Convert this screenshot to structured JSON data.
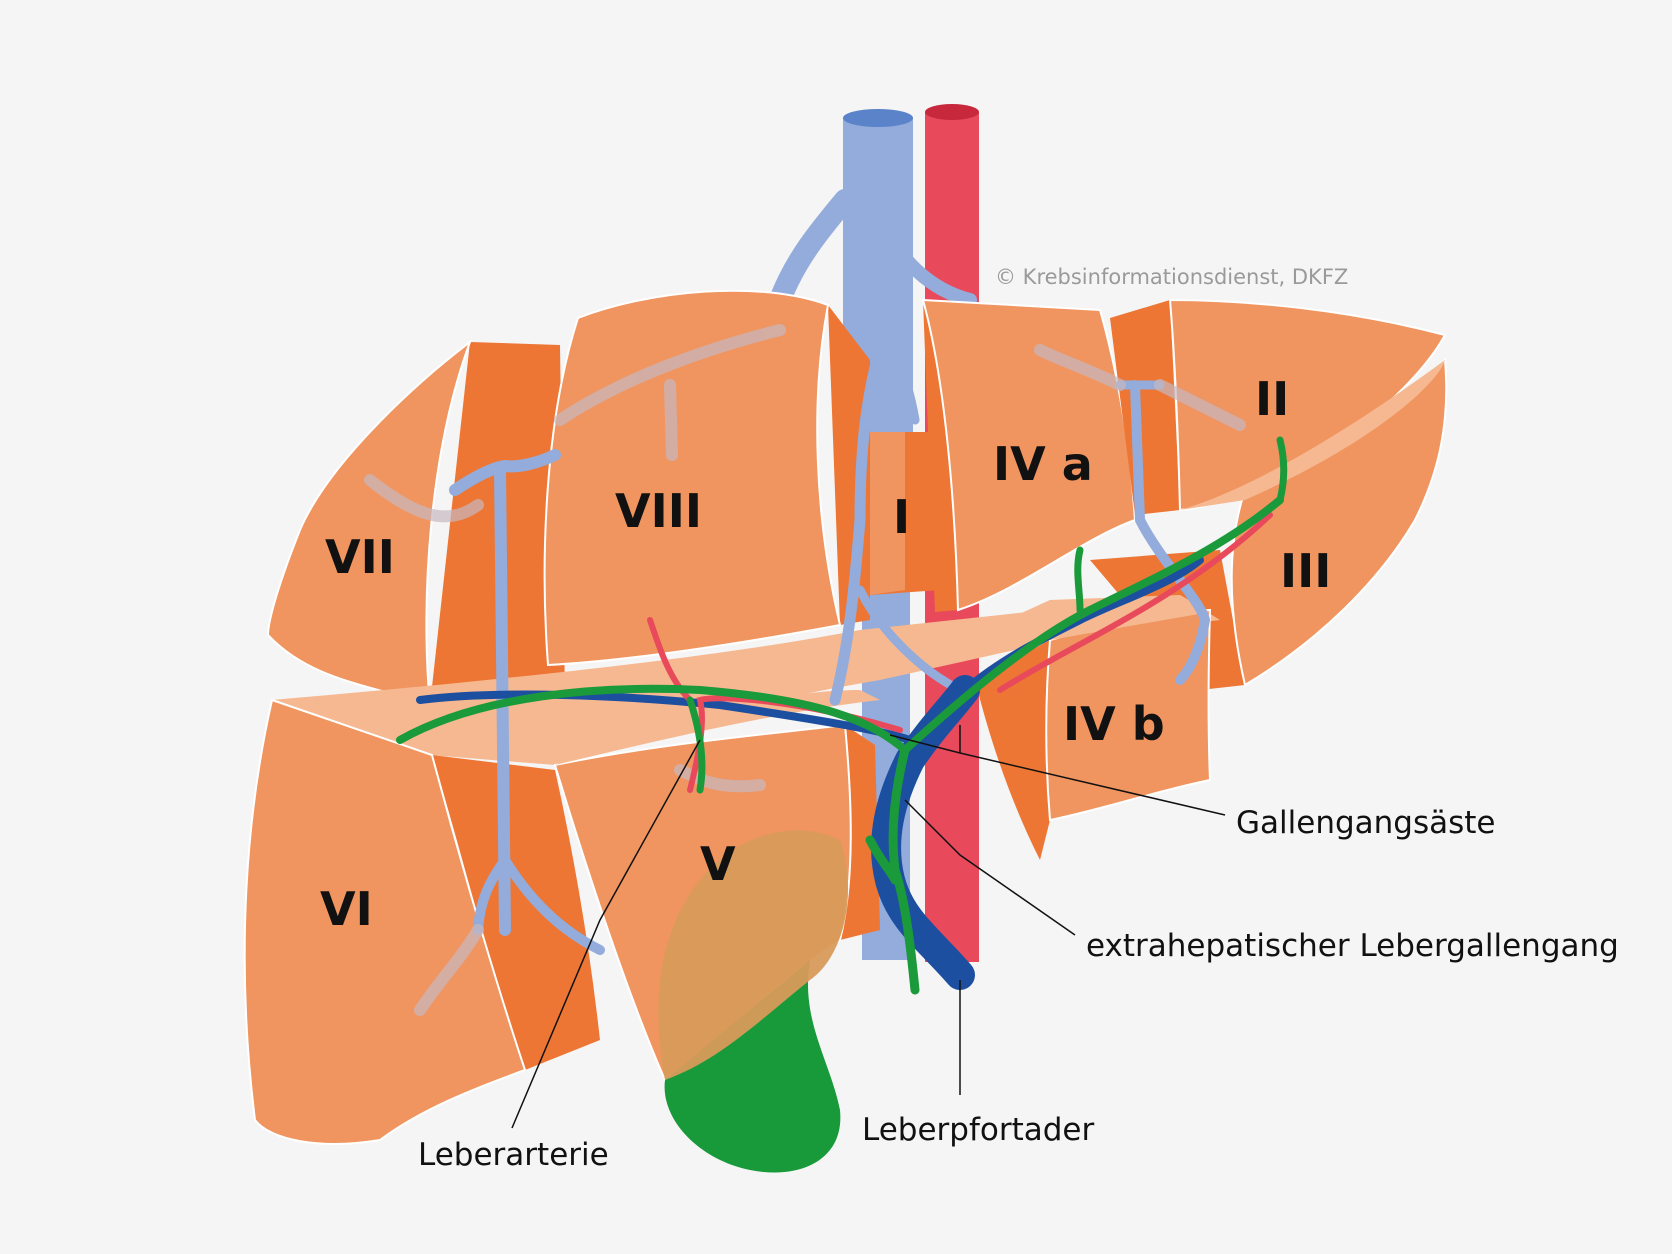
{
  "copyright": "© Krebsinformationsdienst, DKFZ",
  "segments": {
    "seg_I": "I",
    "seg_II": "II",
    "seg_III": "III",
    "seg_IVa": "IV a",
    "seg_IVb": "IV b",
    "seg_V": "V",
    "seg_VI": "VI",
    "seg_VII": "VII",
    "seg_VIII": "VIII"
  },
  "callouts": {
    "bile_duct_branches": "Gallengangsäste",
    "extrahepatic_duct": "extrahepatischer Lebergallengang",
    "portal_vein": "Leberpfortader",
    "hepatic_artery": "Leberarterie"
  },
  "colors": {
    "background": "#f5f5f5",
    "segment_face": "#f09560",
    "segment_side": "#ed7634",
    "segment_top": "#f6b890",
    "hepatic_vein": "#93acdb",
    "vena_cava_top": "#5b83c9",
    "aorta": "#e84a5c",
    "portal_vein": "#1d4fa0",
    "bile_duct": "#1a9a3a",
    "gallbladder": "#d89a5a"
  }
}
